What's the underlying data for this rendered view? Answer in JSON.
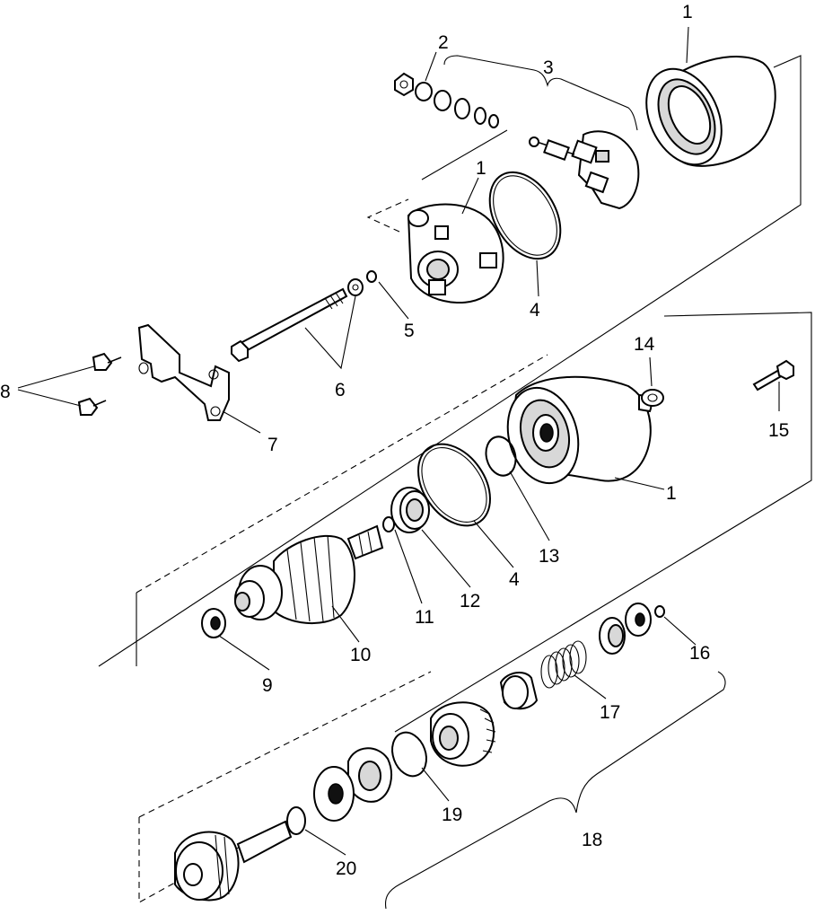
{
  "callouts": [
    {
      "id": "c1a",
      "text": "1"
    },
    {
      "id": "c2",
      "text": "2"
    },
    {
      "id": "c3",
      "text": "3"
    },
    {
      "id": "c1b",
      "text": "1"
    },
    {
      "id": "c4a",
      "text": "4"
    },
    {
      "id": "c5",
      "text": "5"
    },
    {
      "id": "c6",
      "text": "6"
    },
    {
      "id": "c7",
      "text": "7"
    },
    {
      "id": "c8",
      "text": "8"
    },
    {
      "id": "c14",
      "text": "14"
    },
    {
      "id": "c15",
      "text": "15"
    },
    {
      "id": "c1c",
      "text": "1"
    },
    {
      "id": "c13",
      "text": "13"
    },
    {
      "id": "c4b",
      "text": "4"
    },
    {
      "id": "c12",
      "text": "12"
    },
    {
      "id": "c11",
      "text": "11"
    },
    {
      "id": "c10",
      "text": "10"
    },
    {
      "id": "c9",
      "text": "9"
    },
    {
      "id": "c16",
      "text": "16"
    },
    {
      "id": "c17",
      "text": "17"
    },
    {
      "id": "c19",
      "text": "19"
    },
    {
      "id": "c18",
      "text": "18"
    },
    {
      "id": "c20",
      "text": "20"
    }
  ]
}
